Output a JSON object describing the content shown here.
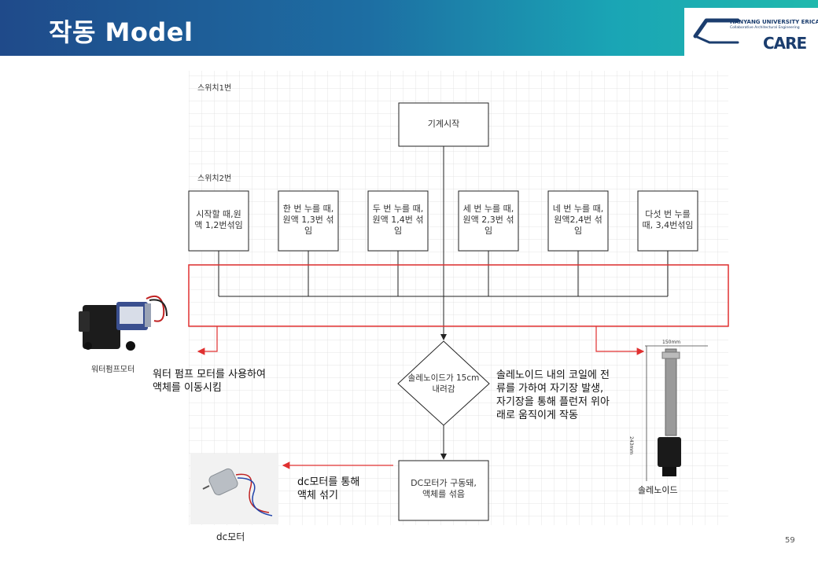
{
  "header": {
    "title": "작동 Model",
    "logo": {
      "university": "HANYANG UNIVERSITY ERICA",
      "department": "Collaborative Architectural Engineering",
      "brand": "CARE"
    }
  },
  "diagram": {
    "switch1_label": "스위치1번",
    "switch2_label": "스위치2번",
    "start_box": "기계시작",
    "switch_boxes": [
      [
        "시작할 때,원",
        "액 1,2번섞임"
      ],
      [
        "한 번 누를 때,",
        "원액 1,3번 섞",
        "임"
      ],
      [
        "두 번 누를 때,",
        "원액 1,4번 섞",
        "임"
      ],
      [
        "세 번 누를 때,",
        "원액 2,3번 섞",
        "임"
      ],
      [
        "네 번 누를 때,",
        "원액2,4번 섞",
        "임"
      ],
      [
        "다섯 번 누를",
        "때, 3,4번섞임"
      ]
    ],
    "solenoid_diamond": [
      "솔레노이드가 15cm",
      "내려감"
    ],
    "dc_box": [
      "DC모터가 구동돼,",
      "액체를 섞음"
    ],
    "pump_note": [
      "워터 펌프 모터를 사용하여",
      "액체를 이동시킴"
    ],
    "solenoid_note": [
      "솔레노이드 내의 코일에 전",
      "류를 가하여 자기장 발생,",
      "자기장을 통해 플런저 위아",
      "래로 움직이게 작동"
    ],
    "dc_note": [
      "dc모터를 통해",
      "액체 섞기"
    ]
  },
  "images": {
    "pump_caption": "워터펌프모터",
    "dc_caption": "dc모터",
    "solenoid_caption": "솔레노이드",
    "solenoid_dim_top": "150mm",
    "solenoid_dim_side": "243mm"
  },
  "page_number": "59",
  "colors": {
    "header_start": "#1f4a8a",
    "header_end": "#20b9ad",
    "highlight_red": "#e03030"
  }
}
